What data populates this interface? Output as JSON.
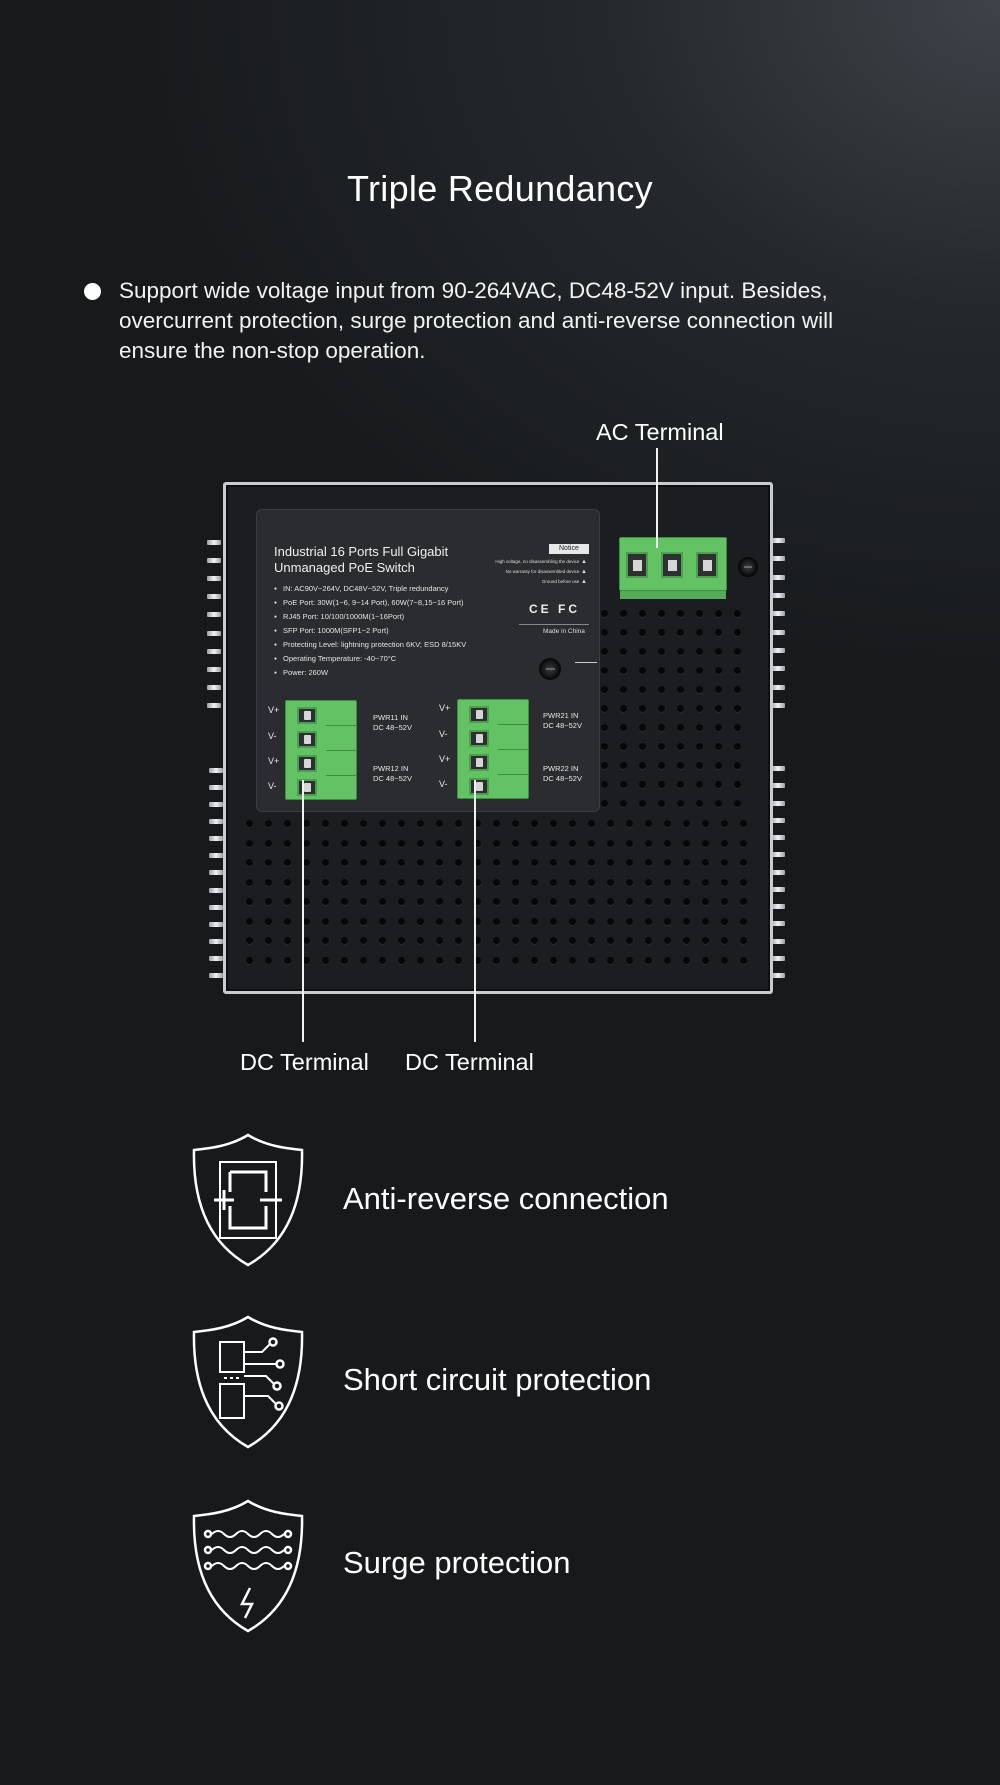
{
  "title": "Triple Redundancy",
  "bullet": "Support wide voltage input from 90-264VAC, DC48-52V input. Besides, overcurrent protection, surge protection and anti-reverse connection will ensure the non-stop operation.",
  "callouts": {
    "ac": "AC Terminal",
    "dc_left": "DC Terminal",
    "dc_right": "DC Terminal"
  },
  "device_label": {
    "title_line1": "Industrial 16 Ports Full Gigabit",
    "title_line2": "Unmanaged PoE Switch",
    "specs": [
      "IN: AC90V~264V, DC48V~52V, Triple redundancy",
      "PoE Port: 30W(1~6, 9~14 Port), 60W(7~8,15~16 Port)",
      "RJ45 Port: 10/100/1000M(1~16Port)",
      "SFP Port: 1000M(SFP1~2 Port)",
      "Protecting Level: lightning protection 6KV; ESD 8/15KV",
      "Operating Temperature: -40~70°C",
      "Power: 260W"
    ],
    "notice": "Notice",
    "warnings": [
      "High voltage, no disassembling the device",
      "No warranty for disassembled device",
      "Ground before use"
    ],
    "certs": "CE FC",
    "made_in": "Made in China",
    "pins": [
      "V+",
      "V-",
      "V+",
      "V-"
    ],
    "pwr11": "PWR11 IN",
    "pwr12": "PWR12 IN",
    "pwr21": "PWR21 IN",
    "pwr22": "PWR22 IN",
    "dc_range": "DC 48~52V"
  },
  "features": [
    {
      "label": "Anti-reverse connection",
      "icon": "anti-reverse-shield-icon"
    },
    {
      "label": "Short circuit protection",
      "icon": "circuit-shield-icon"
    },
    {
      "label": "Surge protection",
      "icon": "surge-shield-icon"
    }
  ],
  "colors": {
    "terminal_green": "#62c264",
    "background": "#1f2225"
  }
}
